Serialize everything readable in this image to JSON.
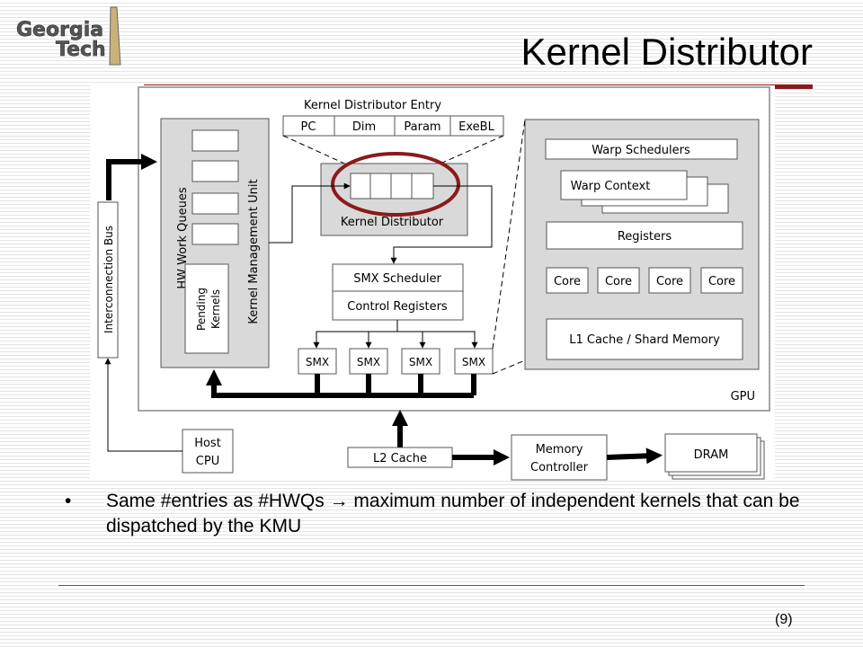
{
  "slide": {
    "title": "Kernel Distributor",
    "bullet": "Same #entries as #HWQs → maximum number of independent kernels that can be dispatched by the KMU",
    "page_number": "(9)"
  },
  "logo": {
    "line1": "Georgia",
    "line2": "Tech"
  },
  "diagram": {
    "kde_title": "Kernel Distributor Entry",
    "kde_fields": [
      "PC",
      "Dim",
      "Param",
      "ExeBL"
    ],
    "hw_work_queues": "HW Work Queues",
    "kmu": "Kernel Management Unit",
    "pending_kernels": [
      "Pending",
      "Kernels"
    ],
    "kernel_distributor": "Kernel Distributor",
    "smx_scheduler": "SMX Scheduler",
    "control_registers": "Control Registers",
    "smx": [
      "SMX",
      "SMX",
      "SMX",
      "SMX"
    ],
    "interconnection_bus": "Interconnection Bus",
    "gpu": "GPU",
    "warp_schedulers": "Warp Schedulers",
    "warp_context": "Warp Context",
    "registers": "Registers",
    "cores": [
      "Core",
      "Core",
      "Core",
      "Core"
    ],
    "l1_cache": "L1 Cache / Shard Memory",
    "host_cpu": [
      "Host",
      "CPU"
    ],
    "l2_cache": "L2 Cache",
    "memory_controller": [
      "Memory",
      "Controller"
    ],
    "dram": "DRAM"
  },
  "colors": {
    "title_rule": "#8b1a1a",
    "highlight_ellipse": "#8b1a1a",
    "panel_gray": "#d9d9d9",
    "bg_stripe": "#e4e4e4"
  }
}
